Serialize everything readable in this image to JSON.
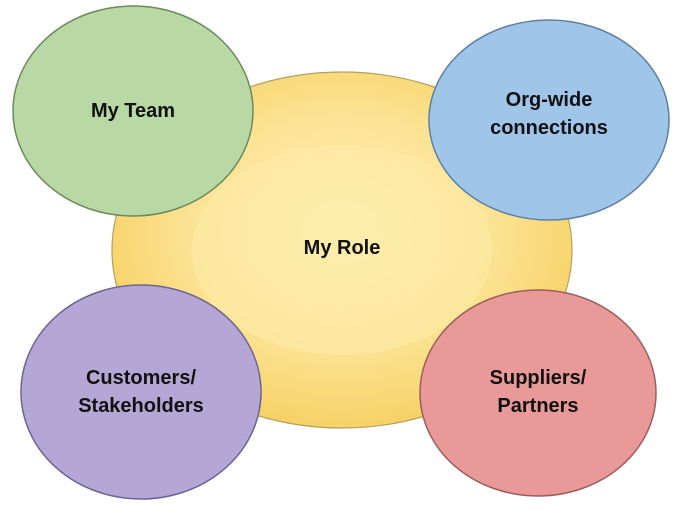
{
  "nodes": {
    "center": {
      "label": "My Role",
      "color": "#FBE38E"
    },
    "top_left": {
      "label": "My Team",
      "color": "#B8D8A6"
    },
    "top_right": {
      "label": "Org-wide\nconnections",
      "color": "#9FC5E8"
    },
    "bottom_left": {
      "label": "Customers/\nStakeholders",
      "color": "#B4A7D6"
    },
    "bottom_right": {
      "label": "Suppliers/\nPartners",
      "color": "#EA9999"
    }
  }
}
